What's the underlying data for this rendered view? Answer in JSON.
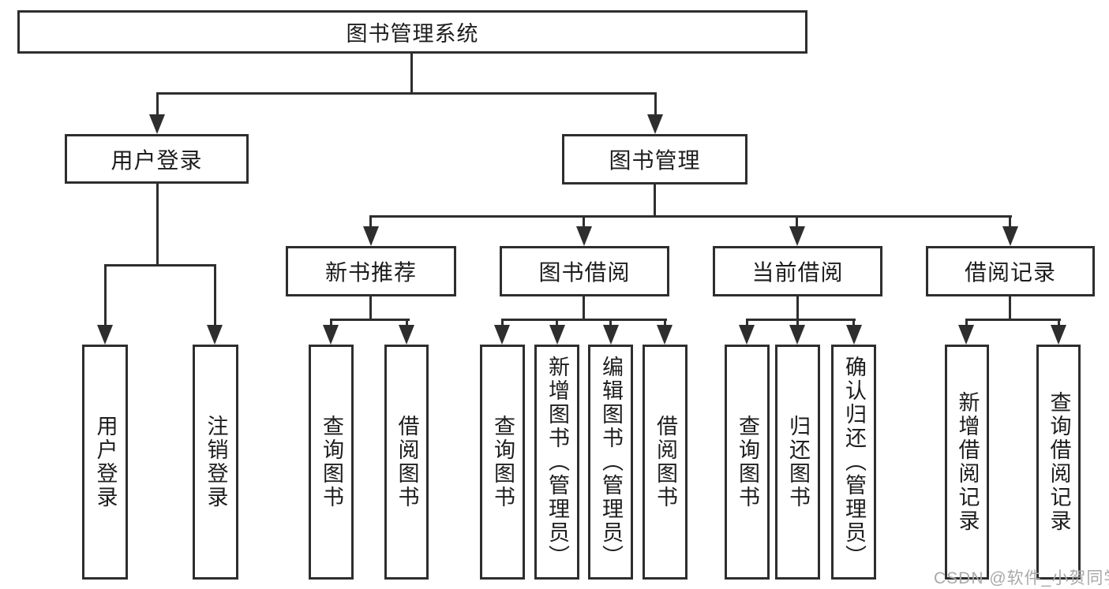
{
  "diagram": {
    "nodes": {
      "root": "图书管理系统",
      "userLogin": "用户登录",
      "bookMgmt": "图书管理",
      "newBookRec": "新书推荐",
      "bookBorrow": "图书借阅",
      "currentBorrow": "当前借阅",
      "borrowRecord": "借阅记录",
      "leafUserLogin": "用户登录",
      "leafLogout": "注销登录",
      "leafQueryBook1": "查询图书",
      "leafBorrowBook1": "借阅图书",
      "leafQueryBook2": "查询图书",
      "leafAddBook": "新增图书（管理员）",
      "leafEditBook": "编辑图书（管理员）",
      "leafBorrowBook2": "借阅图书",
      "leafQueryBook3": "查询图书",
      "leafReturnBook": "归还图书",
      "leafConfirmReturn": "确认归还（管理员）",
      "leafAddRecord": "新增借阅记录",
      "leafQueryRecord": "查询借阅记录"
    },
    "hierarchy": {
      "图书管理系统": {
        "用户登录": [
          "用户登录",
          "注销登录"
        ],
        "图书管理": {
          "新书推荐": [
            "查询图书",
            "借阅图书"
          ],
          "图书借阅": [
            "查询图书",
            "新增图书（管理员）",
            "编辑图书（管理员）",
            "借阅图书"
          ],
          "当前借阅": [
            "查询图书",
            "归还图书",
            "确认归还（管理员）"
          ],
          "借阅记录": [
            "新增借阅记录",
            "查询借阅记录"
          ]
        }
      }
    },
    "watermark": "CSDN @软件_小贺同学",
    "colors": {
      "line": "#2e2e2e",
      "text": "#1d1d1d",
      "background": "#ffffff",
      "watermark": "#a9a9a9"
    }
  }
}
